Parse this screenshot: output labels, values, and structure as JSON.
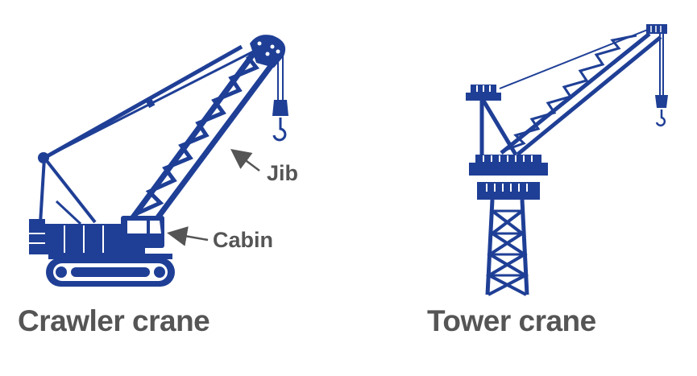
{
  "colors": {
    "crane": "#1f3f96",
    "text": "#555555",
    "arrow": "#555555"
  },
  "cranes": {
    "crawler": {
      "caption": "Crawler crane",
      "callouts": {
        "jib": "Jib",
        "cabin": "Cabin"
      }
    },
    "tower": {
      "caption": "Tower crane"
    }
  }
}
